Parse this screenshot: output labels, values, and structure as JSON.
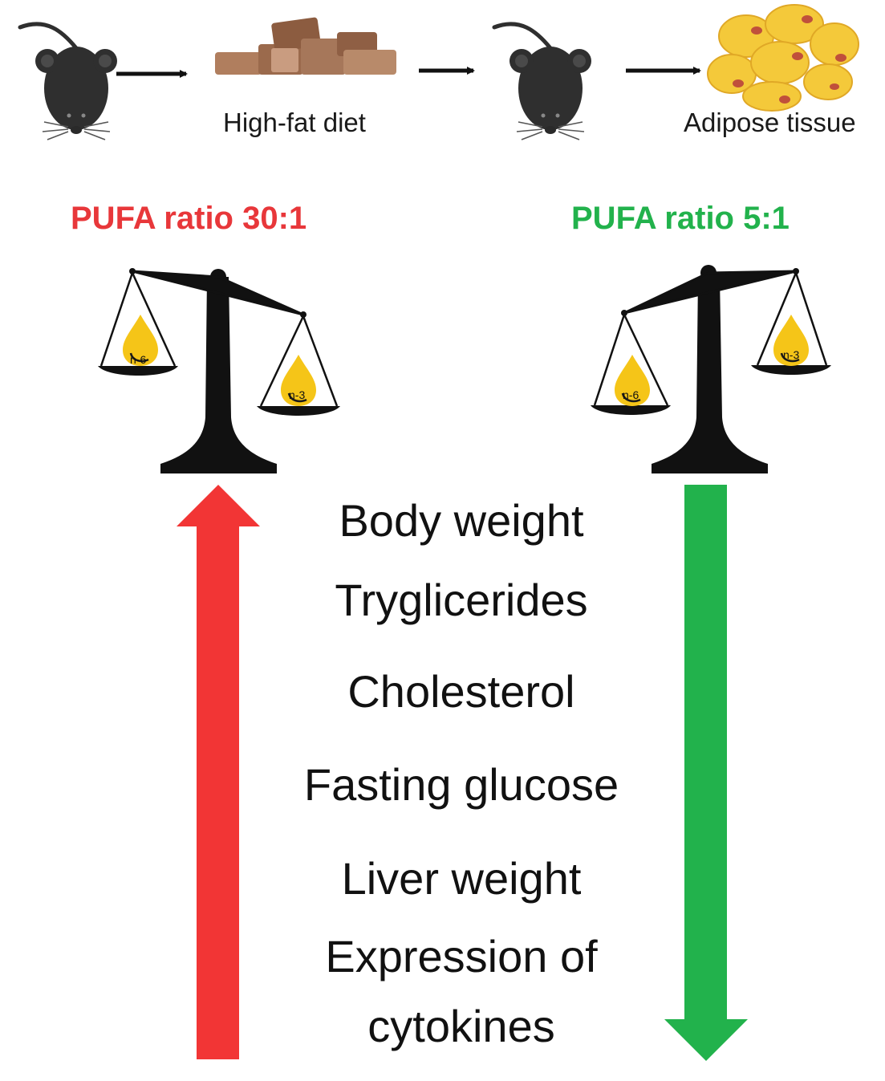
{
  "pipeline": {
    "diet_label": "High-fat diet",
    "tissue_label": "Adipose tissue",
    "icons": [
      "mouse-icon",
      "arrow-right-icon",
      "diet-pellets-icon",
      "arrow-right-icon",
      "mouse-icon",
      "arrow-right-icon",
      "adipocytes-icon"
    ]
  },
  "left": {
    "ratio_label": "PUFA ratio 30:1",
    "color": "#e8373a",
    "pan_high": "n-6",
    "pan_low": "n-3",
    "trend_icon": "arrow-up-icon"
  },
  "right": {
    "ratio_label": "PUFA ratio 5:1",
    "color": "#22b24c",
    "pan_high": "n-3",
    "pan_low": "n-6",
    "trend_icon": "arrow-down-icon"
  },
  "effects": [
    "Body weight",
    "Tryglicerides",
    "Cholesterol",
    "Fasting glucose",
    "Liver weight",
    "Expression of",
    "cytokines"
  ],
  "colors": {
    "mouse": "#2f2f2f",
    "pellet": "#a6775a",
    "fat_cell": "#f4c93a",
    "nucleus": "#c0503b",
    "oil_drop": "#f5c518"
  }
}
